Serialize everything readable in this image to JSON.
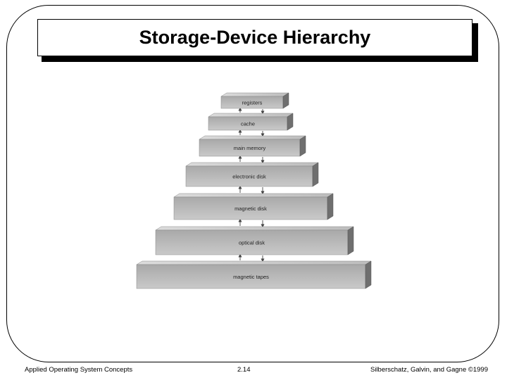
{
  "slide": {
    "title": "Storage-Device Hierarchy"
  },
  "diagram": {
    "layers": [
      {
        "label": "registers"
      },
      {
        "label": "cache"
      },
      {
        "label": "main memory"
      },
      {
        "label": "electronic disk"
      },
      {
        "label": "magnetic disk"
      },
      {
        "label": "optical disk"
      },
      {
        "label": "magnetic tapes"
      }
    ]
  },
  "footer": {
    "left": "Applied Operating System Concepts",
    "center": "2.14",
    "right": "Silberschatz, Galvin, and Gagne ©1999"
  }
}
